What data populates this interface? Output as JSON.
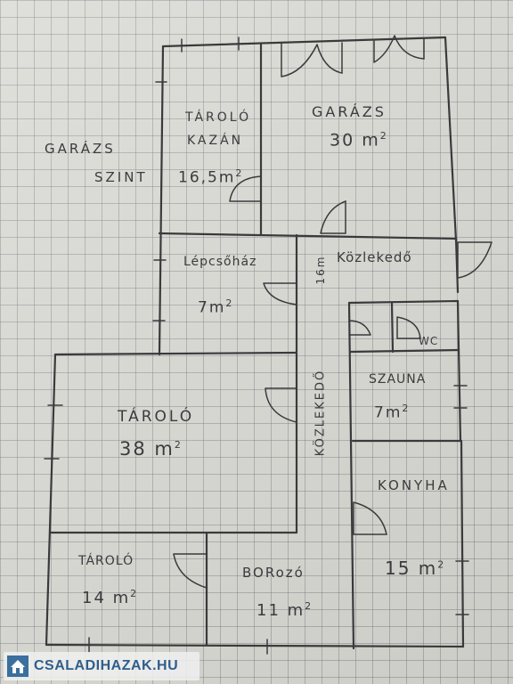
{
  "labels": {
    "garazs_szint_1": "GARÁZS",
    "garazs_szint_2": "SZINT",
    "tarolo_kazan_name_1": "TÁROLÓ",
    "tarolo_kazan_name_2": "KAZÁN",
    "tarolo_kazan_area": "16,5m",
    "garazs_name": "GARÁZS",
    "garazs_area": "30 m",
    "lepcsohaz_name": "Lépcsőház",
    "lepcsohaz_area": "7m",
    "kozlekedo_top_area": "16m",
    "kozlekedo_top_name": "Közlekedő",
    "wc": "WC",
    "szauna_name": "SZAUNA",
    "szauna_area": "7m",
    "tarolo_big_name": "TÁROLÓ",
    "tarolo_big_area": "38 m",
    "kozlekedo_vert": "KÖZLEKEDŐ",
    "konyha_name": "KONYHA",
    "konyha_area": "15 m",
    "tarolo_small_name": "TÁROLÓ",
    "tarolo_small_area": "14 m",
    "borozo_name": "BORozó",
    "borozo_area": "11 m",
    "superscript": "2"
  },
  "watermark": {
    "text": "CSALADIHAZAK.HU",
    "logo": "house-logo-icon",
    "color": "#2f5e8a"
  }
}
